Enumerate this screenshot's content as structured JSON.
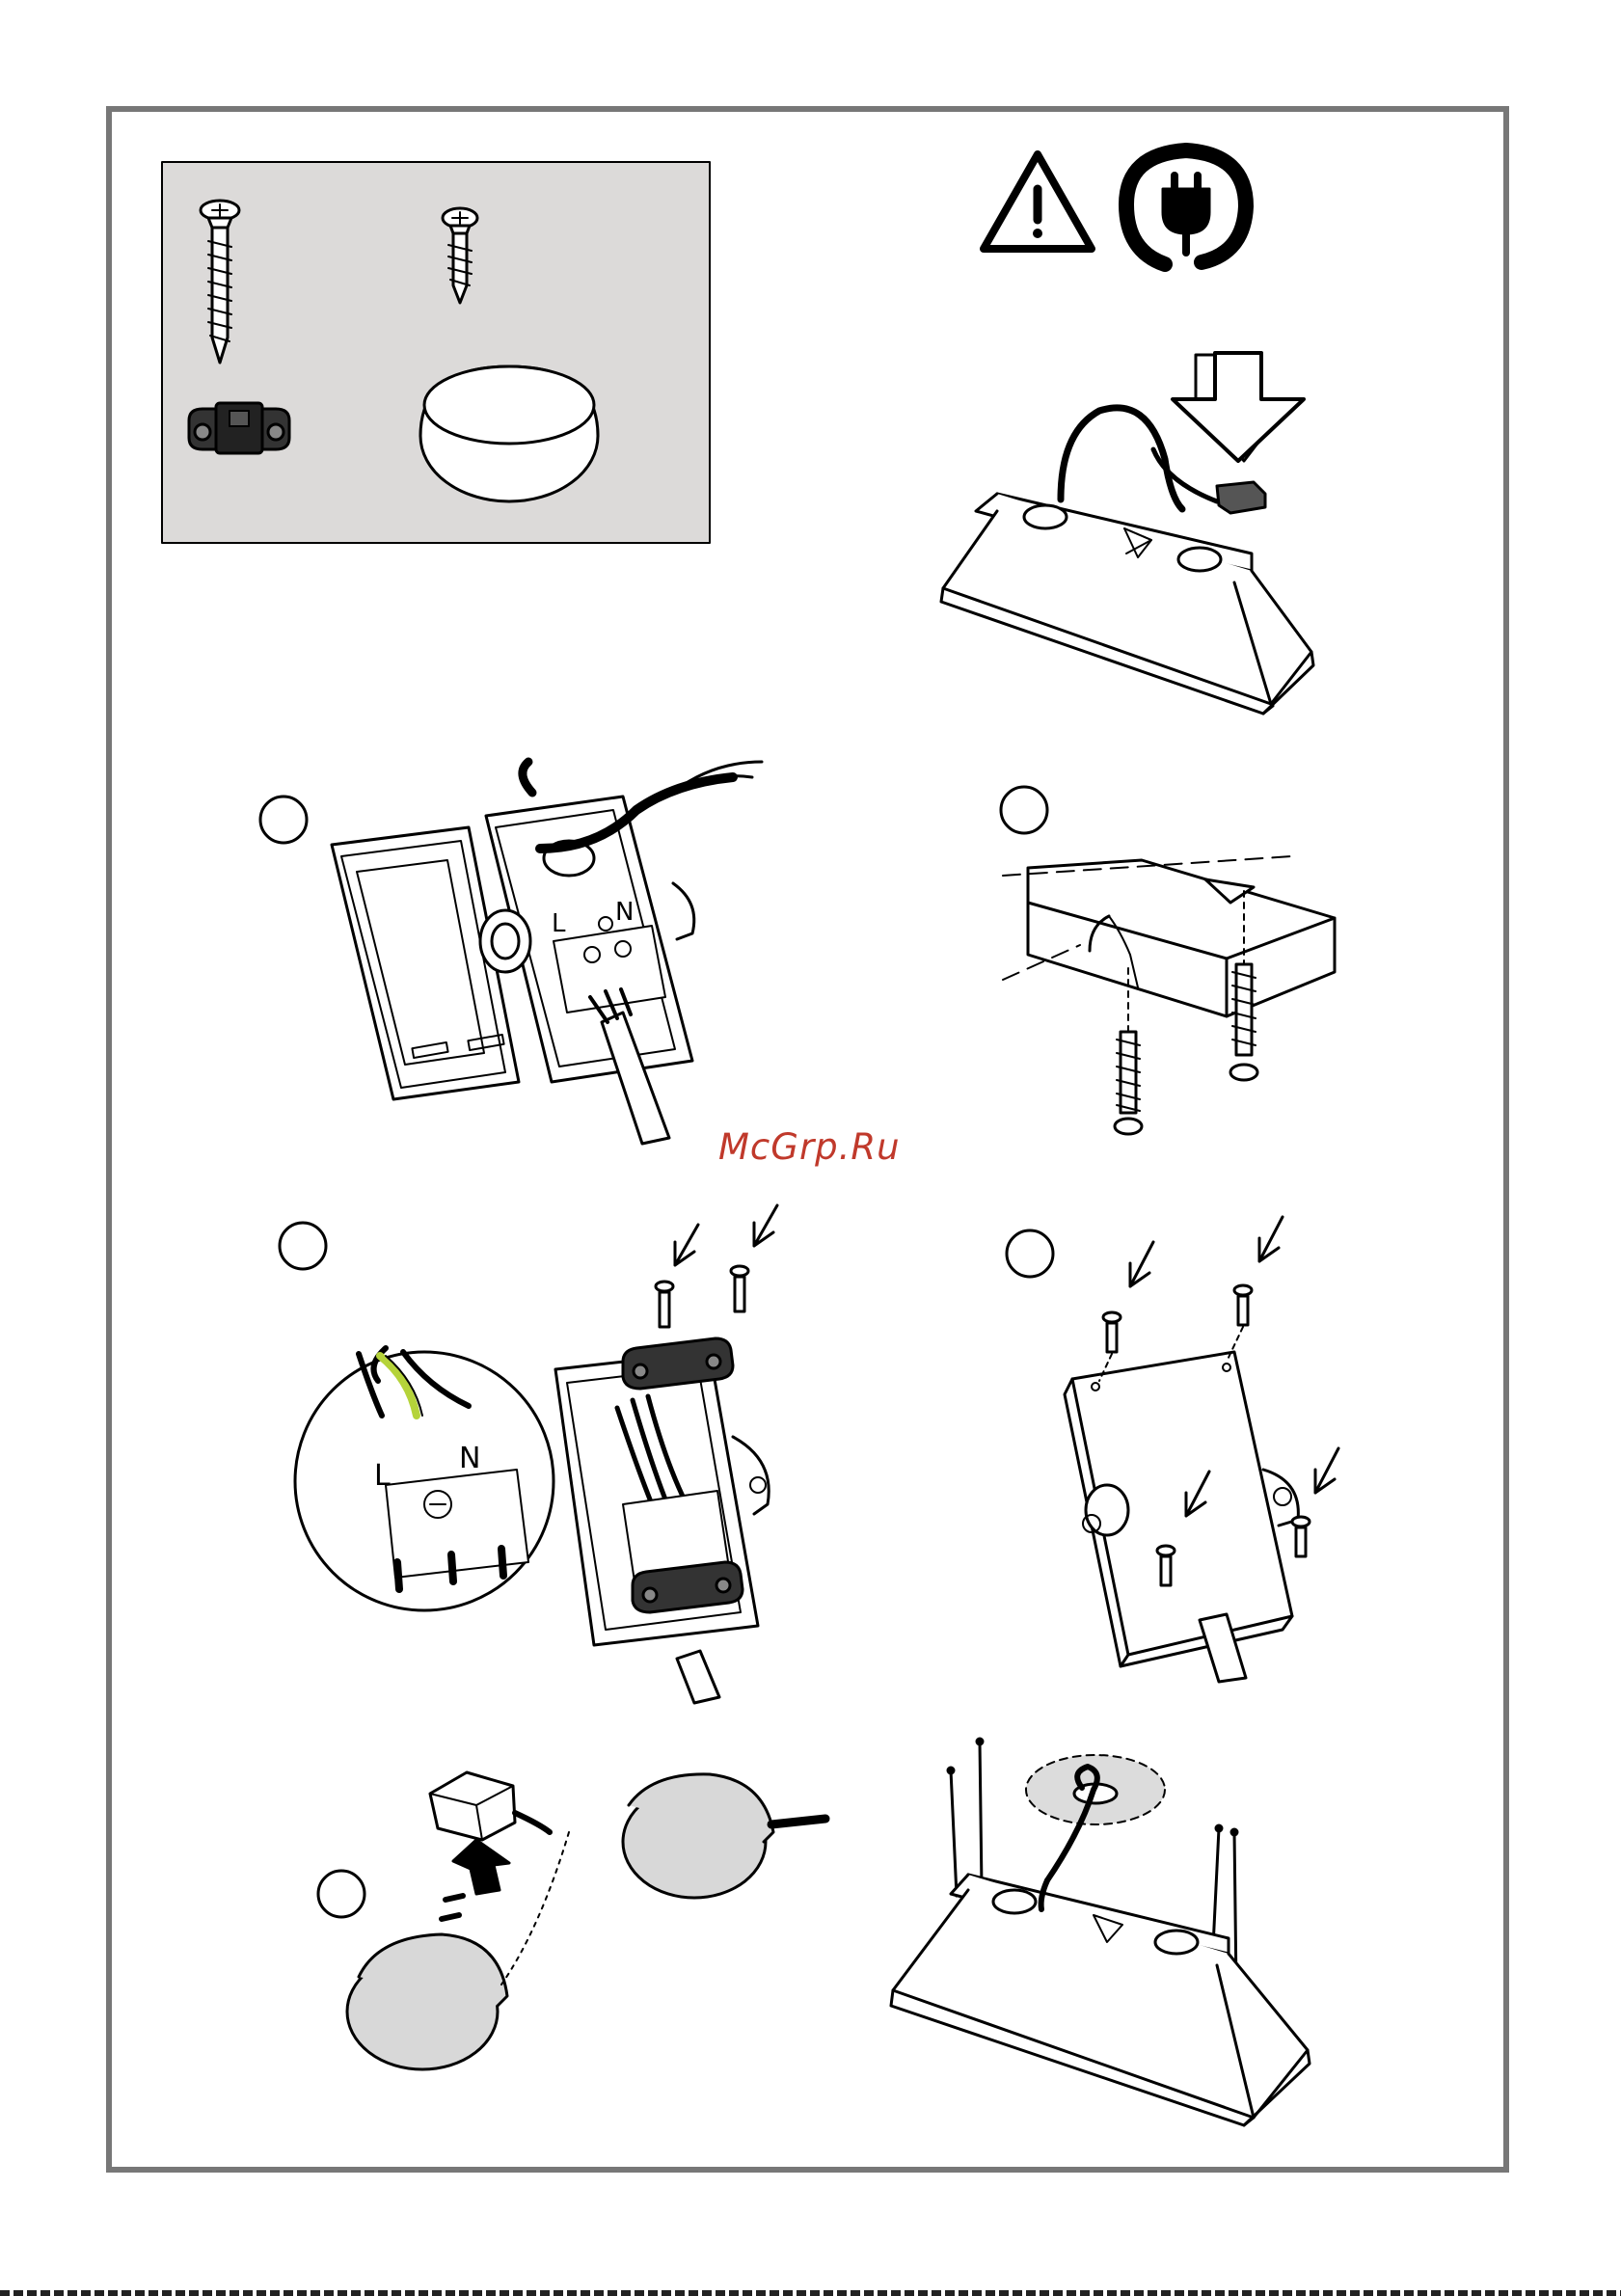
{
  "page": {
    "watermark": "McGrp.Ru"
  },
  "colors": {
    "frame": "#777777",
    "kit_panel": "#dcdad9",
    "ink": "#000000",
    "watermark": "#c0392b",
    "earth_wire": "#b5d33a",
    "cap": "#d8d8d8"
  },
  "icons": [
    "warning-triangle-icon",
    "plug-disconnect-icon",
    "down-arrow-icon"
  ],
  "terminal_labels": {
    "line": "L",
    "neutral": "N"
  },
  "parts_kit": [
    "long-screw",
    "short-screw",
    "cable-clamp",
    "round-cap"
  ]
}
